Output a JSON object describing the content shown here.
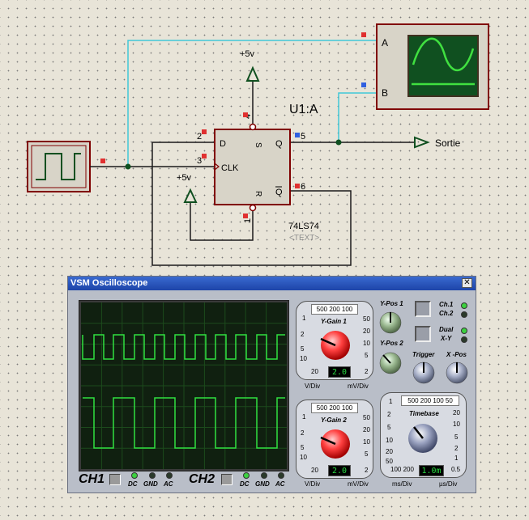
{
  "schematic": {
    "chip_ref": "U1:A",
    "chip_part": "74LS74",
    "chip_text_placeholder": "<TEXT>",
    "pins": {
      "d": "D",
      "clk": "CLK",
      "s": "S",
      "r": "R",
      "q": "Q",
      "qbar": "Q"
    },
    "pin_numbers": {
      "d": "2",
      "clk": "3",
      "s": "4",
      "r": "1",
      "q": "5",
      "qbar": "6"
    },
    "power_top": "+5v",
    "power_left": "+5v",
    "output_label": "Sortie",
    "scope_inputs": {
      "a": "A",
      "b": "B"
    },
    "wire_colors": {
      "cyan": "#40c8d8",
      "dark": "#1a1a1a",
      "red": "#800000",
      "green": "#105020"
    }
  },
  "scope": {
    "title": "VSM Oscilloscope",
    "close_glyph": "✕",
    "ch1": {
      "label": "CH1",
      "modes": [
        "DC",
        "GND",
        "AC"
      ]
    },
    "ch2": {
      "label": "CH2",
      "modes": [
        "DC",
        "GND",
        "AC"
      ]
    },
    "ygain1": {
      "title": "Y-Gain 1",
      "top_scale": "500 200 100",
      "left_scale": [
        "1",
        "2",
        "5",
        "10"
      ],
      "right_scale": [
        "50",
        "20",
        "10",
        "5",
        "2"
      ],
      "bottom_left": "20",
      "readout": "2.0",
      "unit_left": "V/Div",
      "unit_right": "mV/Div"
    },
    "ygain2": {
      "title": "Y-Gain 2",
      "top_scale": "500 200 100",
      "left_scale": [
        "1",
        "2",
        "5",
        "10"
      ],
      "right_scale": [
        "50",
        "20",
        "10",
        "5",
        "2"
      ],
      "bottom_left": "20",
      "readout": "2.0",
      "unit_left": "V/Div",
      "unit_right": "mV/Div"
    },
    "ypos1": "Y-Pos 1",
    "ypos2": "Y-Pos 2",
    "trigger": "Trigger",
    "xpos": "X -Pos",
    "mode_labels": {
      "ch1": "Ch.1",
      "ch2": "Ch.2",
      "dual": "Dual",
      "xy": "X-Y"
    },
    "timebase": {
      "title": "Timebase",
      "top_scale": "500 200 100 50",
      "left_scale": [
        "1",
        "2",
        "5",
        "10",
        "20",
        "50"
      ],
      "right_scale": [
        "20",
        "10",
        "5",
        "2",
        "1",
        "0.5"
      ],
      "bottom_left": "100 200",
      "readout": "1.0m",
      "unit_left": "ms/Div",
      "unit_right": "µs/Div"
    }
  }
}
